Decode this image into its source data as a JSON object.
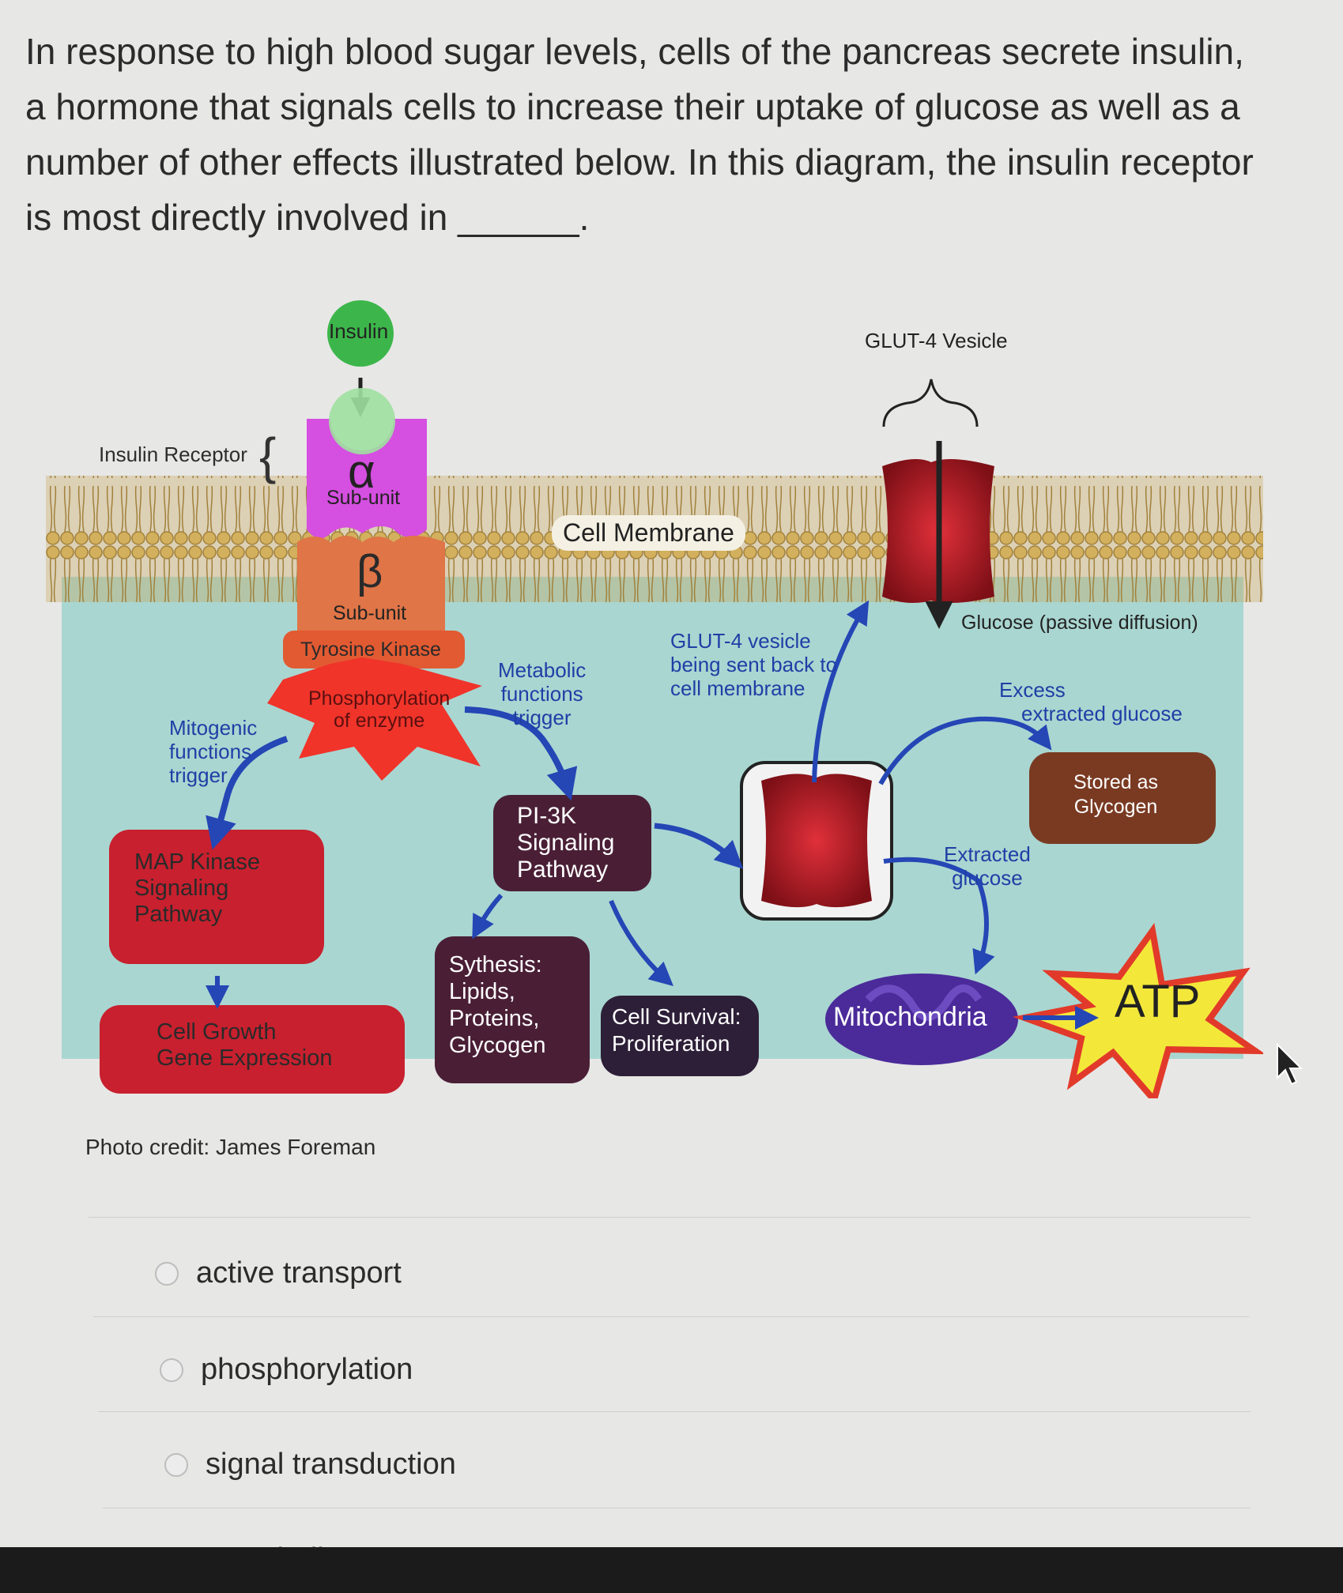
{
  "question": {
    "text": "In response to high blood sugar levels, cells of the pancreas secrete insulin, a hormone that signals cells to increase their uptake of glucose as well as a number of other effects illustrated below. In this diagram, the insulin receptor is most directly involved in ______."
  },
  "diagram": {
    "insulin": "Insulin",
    "insulin_receptor": "Insulin Receptor",
    "alpha_symbol": "α",
    "alpha_label": "Sub-unit",
    "beta_symbol": "β",
    "beta_label": "Sub-unit",
    "tyrosine_kinase": "Tyrosine Kinase",
    "phosphorylation_line1": "Phosphorylation",
    "phosphorylation_line2": "of enzyme",
    "cell_membrane": "Cell Membrane",
    "glut4_vesicle_title": "GLUT-4 Vesicle",
    "glucose_diffusion": "Glucose (passive diffusion)",
    "mitogenic_line1": "Mitogenic",
    "mitogenic_line2": "functions",
    "mitogenic_line3": "trigger",
    "metabolic_line1": "Metabolic",
    "metabolic_line2": "functions",
    "metabolic_line3": "trigger",
    "glut4_sent_line1": "GLUT-4 vesicle",
    "glut4_sent_line2": "being sent back to",
    "glut4_sent_line3": "cell membrane",
    "excess_line1": "Excess",
    "excess_line2": "extracted glucose",
    "stored_line1": "Stored as",
    "stored_line2": "Glycogen",
    "map_line1": "MAP Kinase",
    "map_line2": "Signaling",
    "map_line3": "Pathway",
    "pi3k_line1": "PI-3K",
    "pi3k_line2": "Signaling",
    "pi3k_line3": "Pathway",
    "extracted_line1": "Extracted",
    "extracted_line2": "glucose",
    "cell_growth_line1": "Cell Growth",
    "cell_growth_line2": "Gene Expression",
    "synthesis_line1": "Sythesis:",
    "synthesis_line2": "Lipids,",
    "synthesis_line3": "Proteins,",
    "synthesis_line4": "Glycogen",
    "survival_line1": "Cell Survival:",
    "survival_line2": "Proliferation",
    "mitochondria": "Mitochondria",
    "atp": "ATP"
  },
  "photo_credit": "Photo credit: James Foreman",
  "options": [
    {
      "label": "active transport",
      "selected": false
    },
    {
      "label": "phosphorylation",
      "selected": false
    },
    {
      "label": "signal transduction",
      "selected": false
    },
    {
      "label": "metabolism",
      "selected": true
    }
  ],
  "colors": {
    "cytoplasm": "#a9d6d1",
    "membrane": "#c8a65a",
    "alpha": "#d54fe0",
    "beta": "#e07547",
    "arrow": "#2546b5",
    "red_box": "#c8202e",
    "dark_box": "#4a1f36",
    "brown_box": "#7a3a22",
    "mitochondria": "#4b2a9a",
    "atp": "#f3e83a"
  }
}
